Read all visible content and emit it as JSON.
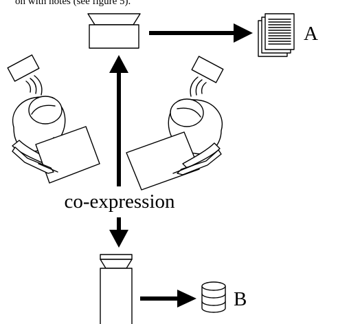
{
  "caption_fragment": "on with notes (see figure 5).",
  "labels": {
    "center": "co-expression",
    "output_a": "A",
    "output_b": "B"
  },
  "icons": {
    "top_device": "projector-box-icon",
    "document_stack": "document-stack-icon",
    "left_person": "person-writing-icon",
    "right_person": "person-writing-icon",
    "left_speaker": "broadcast-device-icon",
    "right_speaker": "broadcast-device-icon",
    "bottom_device": "podium-display-icon",
    "database": "database-icon"
  },
  "colors": {
    "ink": "#000000",
    "background": "#ffffff"
  }
}
